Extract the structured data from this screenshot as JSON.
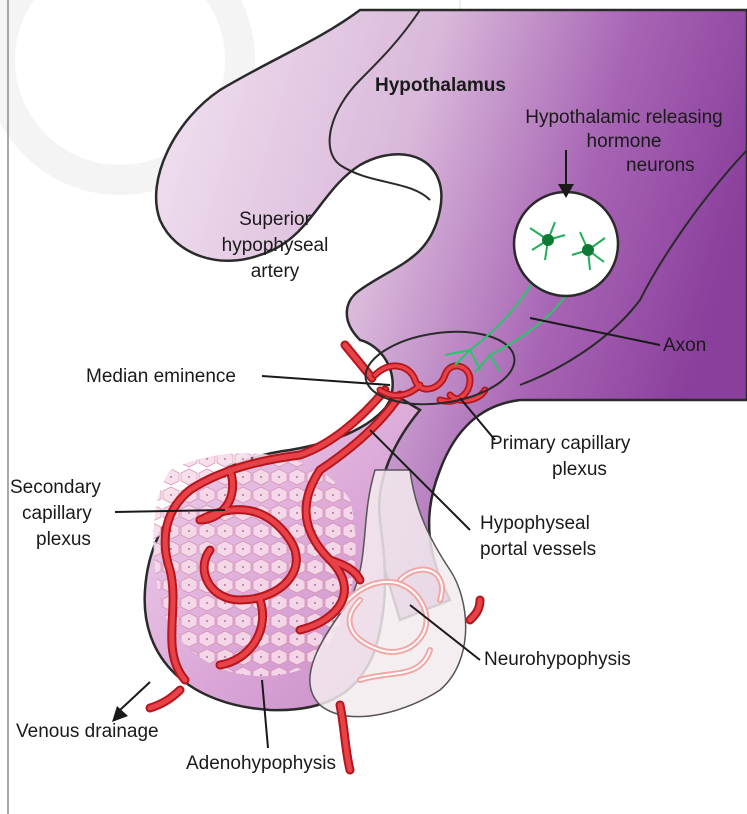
{
  "colors": {
    "hypothalamus_dark": "#8e4aa0",
    "hypothalamus_light": "#e9d2ea",
    "adeno": "#d9a6d8",
    "neuro": "#f1e7ee",
    "vessel": "#d8232a",
    "vessel_light": "#f08a8a",
    "neuron": "#1fae5a",
    "watermark": "#e6e6e6"
  },
  "labels": {
    "hypothalamus": "Hypothalamus",
    "releasing_line1": "Hypothalamic releasing",
    "releasing_line2": "hormone",
    "releasing_line3": "neurons",
    "superior_line1": "Superior",
    "superior_line2": "hypophyseal",
    "superior_line3": "artery",
    "axon": "Axon",
    "median_eminence": "Median eminence",
    "primary_line1": "Primary capillary",
    "primary_line2": "plexus",
    "secondary_line1": "Secondary",
    "secondary_line2": "capillary",
    "secondary_line3": "plexus",
    "portal_line1": "Hypophyseal",
    "portal_line2": "portal vessels",
    "neurohypophysis": "Neurohypophysis",
    "venous_drainage": "Venous drainage",
    "adenohypophysis": "Adenohypophysis"
  },
  "icons": [
    "neuron-cell-icon",
    "arrow-down-icon",
    "arrow-venous-icon"
  ]
}
